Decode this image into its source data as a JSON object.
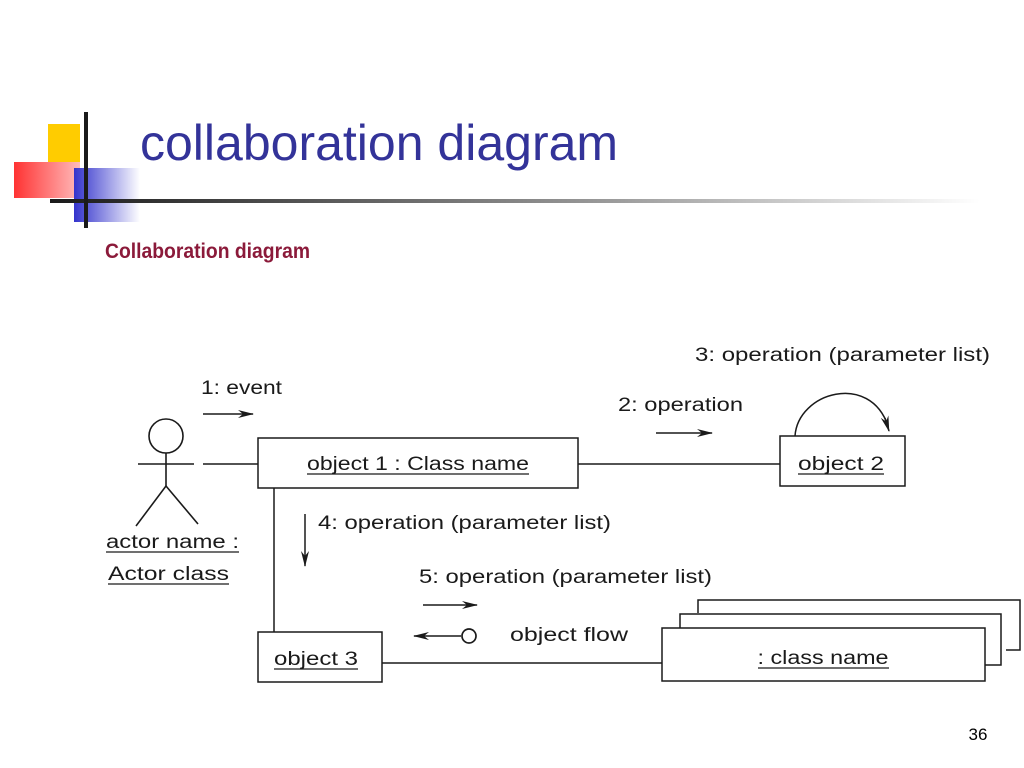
{
  "slide": {
    "title": "collaboration diagram",
    "subtitle": "Collaboration diagram",
    "page_number": "36"
  },
  "colors": {
    "title": "#333399",
    "subtitle": "#8b1a3a",
    "accent_yellow": "#ffcc00",
    "accent_red": "#ff3333",
    "accent_blue": "#3333cc",
    "rule_dark": "#1a1a1a",
    "diagram_ink": "#1a1a1a"
  },
  "diagram": {
    "actor": {
      "name": "actor name :",
      "class": "Actor class"
    },
    "objects": {
      "object1": "object 1 : Class name",
      "object2": "object 2",
      "object3": "object 3",
      "multi": ": class name"
    },
    "messages": {
      "m1": "1: event",
      "m2": "2: operation",
      "m3": "3: operation (parameter list)",
      "m4": "4: operation (parameter list)",
      "m5": "5: operation (parameter list)",
      "flow": "object flow"
    }
  }
}
